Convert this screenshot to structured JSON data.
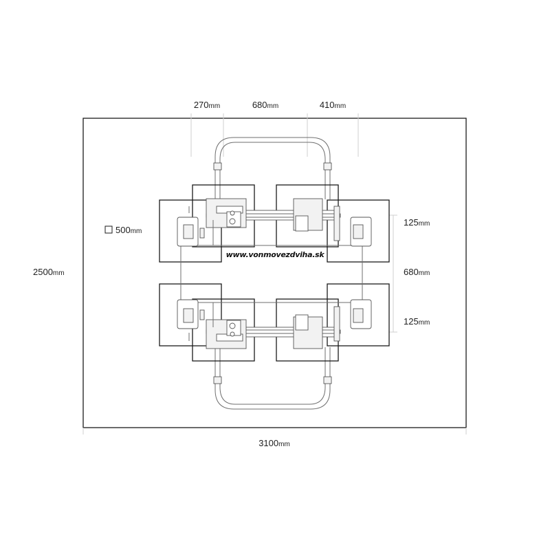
{
  "dimensions": {
    "top": [
      {
        "value": "270",
        "unit": "mm"
      },
      {
        "value": "680",
        "unit": "mm"
      },
      {
        "value": "410",
        "unit": "mm"
      }
    ],
    "right": [
      {
        "value": "125",
        "unit": "mm"
      },
      {
        "value": "680",
        "unit": "mm"
      },
      {
        "value": "125",
        "unit": "mm"
      }
    ],
    "height": {
      "value": "2500",
      "unit": "mm"
    },
    "width": {
      "value": "3100",
      "unit": "mm"
    },
    "plate_size": {
      "value": "500",
      "unit": "mm"
    }
  },
  "watermark": "www.vonmovezdviha.sk",
  "colors": {
    "outline": "#1a1a1a",
    "detail": "#555555",
    "dim_line": "#6e6e6e",
    "text": "#1e1e1e"
  },
  "icons": {
    "plate_size": "square-outline-icon"
  }
}
